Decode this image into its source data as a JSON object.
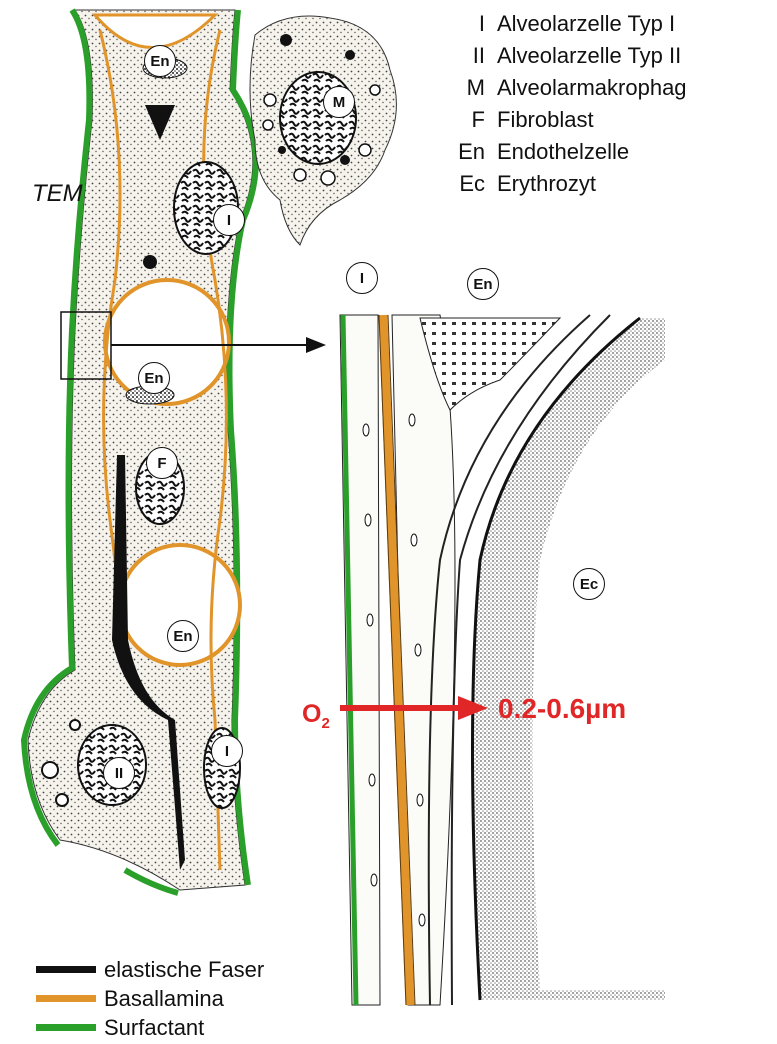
{
  "legend": [
    {
      "abbr": "I",
      "name": "Alveolarzelle Typ I"
    },
    {
      "abbr": "II",
      "name": "Alveolarzelle Typ II"
    },
    {
      "abbr": "M",
      "name": "Alveolarmakrophag"
    },
    {
      "abbr": "F",
      "name": "Fibroblast"
    },
    {
      "abbr": "En",
      "name": "Endothelzelle"
    },
    {
      "abbr": "Ec",
      "name": "Erythrozyt"
    }
  ],
  "method_label": "TEM",
  "line_legend": [
    {
      "label": "elastische Faser",
      "color": "#111111"
    },
    {
      "label": "Basallamina",
      "color": "#e0942a"
    },
    {
      "label": "Surfactant",
      "color": "#2aa02a"
    }
  ],
  "cell_labels": {
    "en_top": "En",
    "m": "M",
    "i_upper": "I",
    "en_mid": "En",
    "f": "F",
    "en_low": "En",
    "ii": "II",
    "i_lower": "I",
    "zoom_i": "I",
    "zoom_en": "En",
    "zoom_ec": "Ec"
  },
  "oxygen": {
    "main": "O",
    "sub": "2"
  },
  "distance_label": "0.2-0.6µm",
  "colors": {
    "surfactant": "#2aa02a",
    "basal": "#e0942a",
    "fiber": "#111111",
    "accent": "#e02626"
  }
}
